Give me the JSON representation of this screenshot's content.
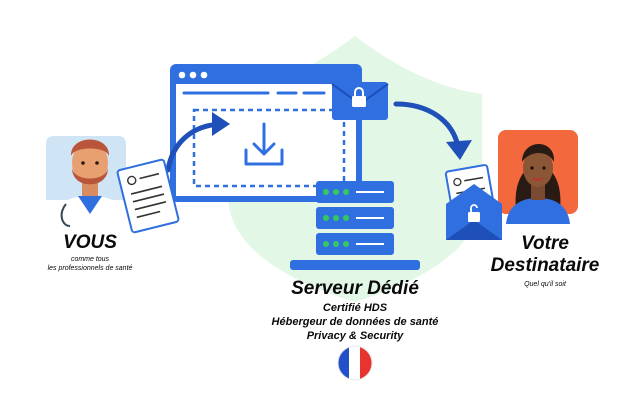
{
  "sender": {
    "title": "VOUS",
    "subtitle_line1": "comme tous",
    "subtitle_line2": "les professionnels de santé"
  },
  "server": {
    "title": "Serveur Dédié",
    "line1": "Certifié HDS",
    "line2": "Hébergeur de données de santé",
    "line3": "Privacy & Security"
  },
  "recipient": {
    "title_line1": "Votre",
    "title_line2": "Destinataire",
    "subtitle": "Quel qu'il soit"
  },
  "icons": [
    "doctor-avatar-icon",
    "document-icon",
    "browser-window-icon",
    "download-icon",
    "locked-envelope-icon",
    "server-rack-icon",
    "shield-icon",
    "woman-avatar-icon",
    "open-envelope-icon",
    "france-flag-icon",
    "arrow-icon"
  ],
  "colors": {
    "primary_blue": "#2f6fe0",
    "dark_blue": "#1f4fb8",
    "shield_green": "#e3f7e6",
    "server_green": "#35c95c",
    "doctor_bg": "#cfe4f5",
    "recipient_bg": "#f4683e"
  }
}
